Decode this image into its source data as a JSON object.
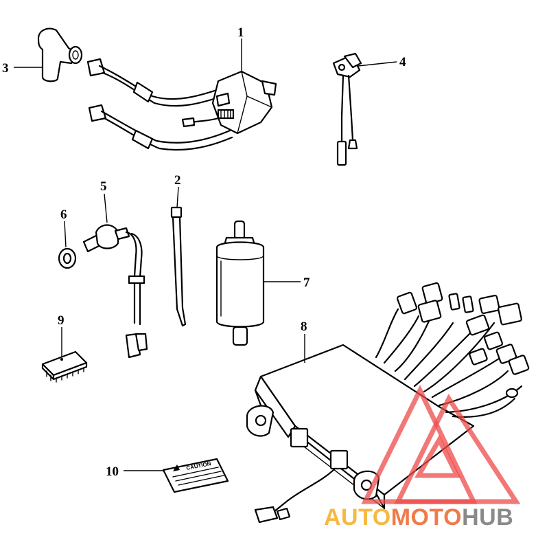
{
  "callouts": {
    "c1": "1",
    "c2": "2",
    "c3": "3",
    "c4": "4",
    "c5": "5",
    "c6": "6",
    "c7": "7",
    "c8": "8",
    "c9": "9",
    "c10": "10"
  },
  "caution_label_text": "CAUTION",
  "watermark": {
    "part1": "AUTO",
    "part2": "MOTO",
    "part3": "HUB",
    "color_part1": "#f5b942",
    "color_part2": "#f07b4a",
    "color_part3": "#8a8a8a",
    "logo_color": "#ee4b4b"
  },
  "colors": {
    "line": "#000000",
    "background": "#ffffff"
  }
}
